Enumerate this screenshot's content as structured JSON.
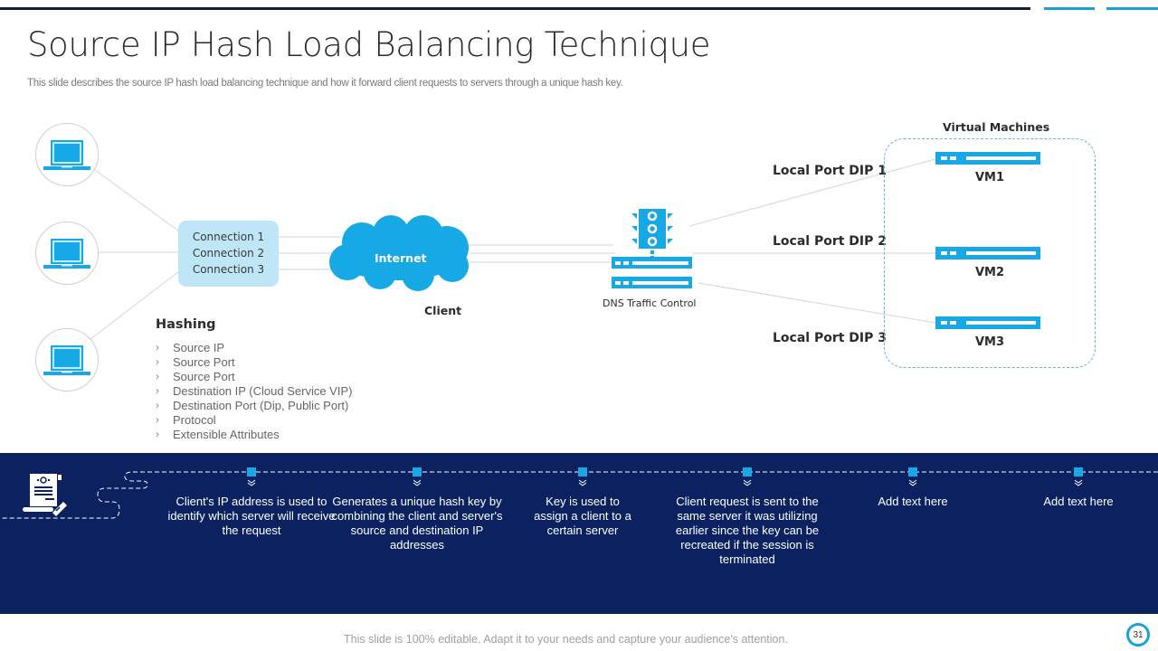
{
  "slide": {
    "title": "Source IP Hash Load Balancing Technique",
    "subtitle": "This slide describes the source IP hash load balancing technique and how it forward client requests to servers through a unique hash key.",
    "page_number": "31",
    "footer_note": "This slide is 100% editable. Adapt it to your needs and capture your audience's attention."
  },
  "colors": {
    "accent": "#1ba1d6",
    "icon_blue": "#16a9e6",
    "navy": "#0b2160",
    "connection_box": "#bfe6f7"
  },
  "diagram": {
    "clients": [
      {
        "icon": "laptop-icon"
      },
      {
        "icon": "laptop-icon"
      },
      {
        "icon": "laptop-icon"
      }
    ],
    "connections": [
      "Connection 1",
      "Connection 2",
      "Connection 3"
    ],
    "internet_label": "Internet",
    "client_label": "Client",
    "dns_label": "DNS Traffic Control",
    "dips": [
      "Local Port DIP 1",
      "Local Port DIP 2",
      "Local Port DIP 3"
    ],
    "vm_group_title": "Virtual Machines",
    "vms": [
      "VM1",
      "VM2",
      "VM3"
    ]
  },
  "hashing": {
    "title": "Hashing",
    "bullet": "›",
    "items": [
      "Source IP",
      "Source Port",
      "Source Port",
      "Destination IP (Cloud Service VIP)",
      "Destination Port (Dip, Public Port)",
      "Protocol",
      "Extensible Attributes"
    ]
  },
  "process": {
    "icon": "document-sign-icon",
    "steps": [
      "Client's IP address is used to identify which server will receive the request",
      "Generates a unique hash key by combining the client and server's  source and destination IP addresses",
      "Key is used to assign a client to a certain server",
      "Client request is sent to the same server  it was utilizing earlier since the key can be recreated  if the session is terminated",
      "Add text here",
      "Add text here"
    ]
  }
}
